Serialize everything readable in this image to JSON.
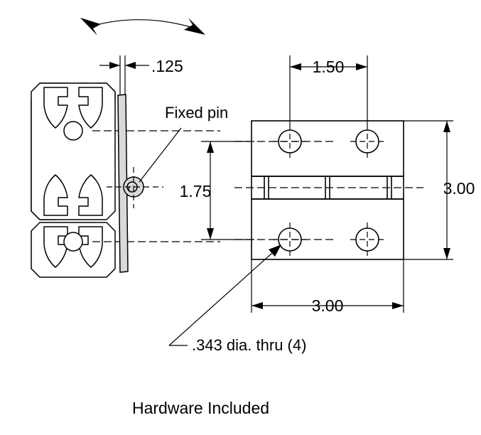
{
  "drawing": {
    "title": "Hinge assembly technical drawing",
    "footer_note": "Hardware  Included",
    "labels": {
      "fixed_pin": "Fixed pin",
      "hole_callout": ".343 dia. thru (4)"
    },
    "dimensions": {
      "plate_thickness": ".125",
      "hole_spacing_horizontal": "1.50",
      "hole_spacing_vertical": "1.75",
      "plate_height": "3.00",
      "plate_width": "3.00"
    },
    "views": {
      "side_view": {
        "name": "side-section-view",
        "description": "T-slot extrusion with hinge leaf and fixed pin",
        "extrusion_blocks": 2
      },
      "front_view": {
        "name": "front-view",
        "description": "Hinge front face with four through holes and knuckle band",
        "hole_count": 4
      }
    },
    "icons": {
      "rotation_arc": "rotation-arc-double-arrow"
    },
    "colors": {
      "line": "#000000",
      "fill_metal": "#d9d9d9",
      "background": "#ffffff"
    }
  }
}
